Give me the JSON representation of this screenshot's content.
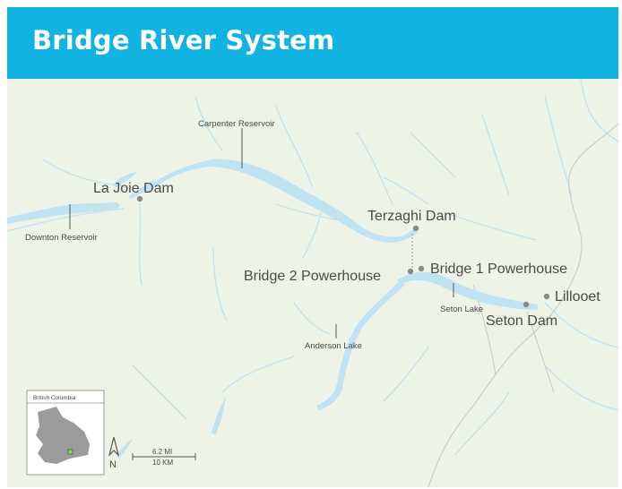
{
  "title": "Bridge River System",
  "colors": {
    "header": "#11b3e3",
    "land": "#eef3e8",
    "water": "#bfe3f2",
    "road": "#c9c9c9",
    "point": "#8a8a8a"
  },
  "labels": {
    "carpenter_reservoir": "Carpenter Reservoir",
    "la_joie_dam": "La Joie Dam",
    "downton_reservoir": "Downton Reservoir",
    "terzaghi_dam": "Terzaghi Dam",
    "bridge2_powerhouse": "Bridge 2 Powerhouse",
    "bridge1_powerhouse": "Bridge 1 Powerhouse",
    "seton_lake": "Seton Lake",
    "lillooet": "Lillooet",
    "seton_dam": "Seton Dam",
    "anderson_lake": "Anderson Lake"
  },
  "inset": {
    "title": "British Columbia"
  },
  "scale": {
    "miles": "6.2 MI",
    "km": "10 KM"
  },
  "north": "N"
}
